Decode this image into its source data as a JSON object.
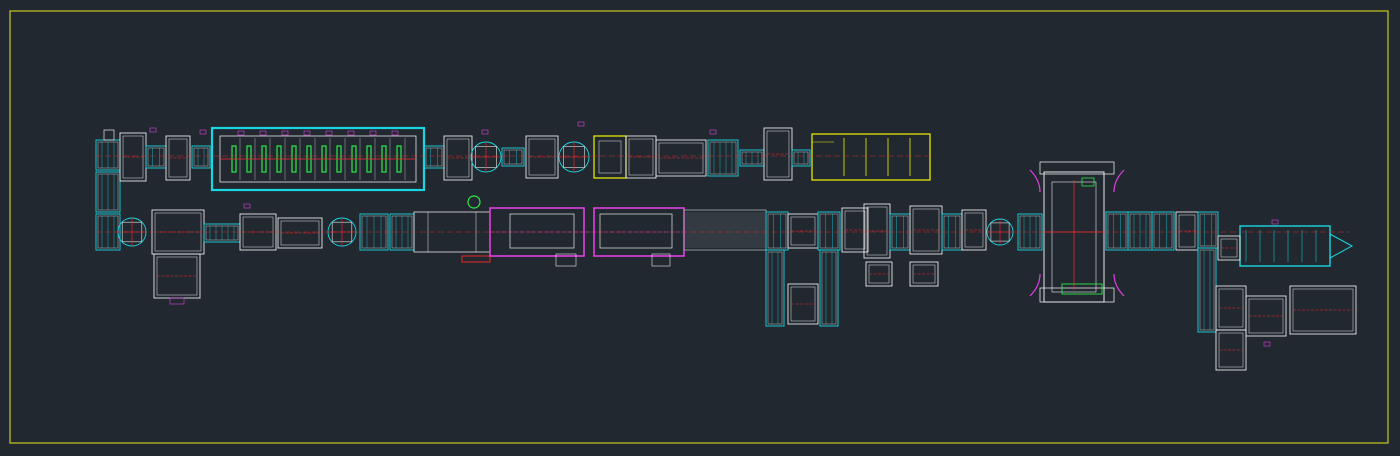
{
  "canvas": {
    "background": "#212830"
  },
  "palette": {
    "frame": "#c8c820",
    "cyan": "#19d6e0",
    "white": "#e8e8e8",
    "red": "#ff2a2a",
    "magenta": "#e040e0",
    "yellow": "#f2f200",
    "green": "#2ee84a",
    "grey": "#9aa0a6"
  },
  "drawing": {
    "title": "",
    "layers": [
      "conveyor",
      "equipment",
      "centerline",
      "enclosure",
      "labels"
    ]
  },
  "labels": {
    "tags": [
      {
        "id": "tag-a",
        "text": ""
      },
      {
        "id": "tag-b",
        "text": ""
      }
    ]
  }
}
